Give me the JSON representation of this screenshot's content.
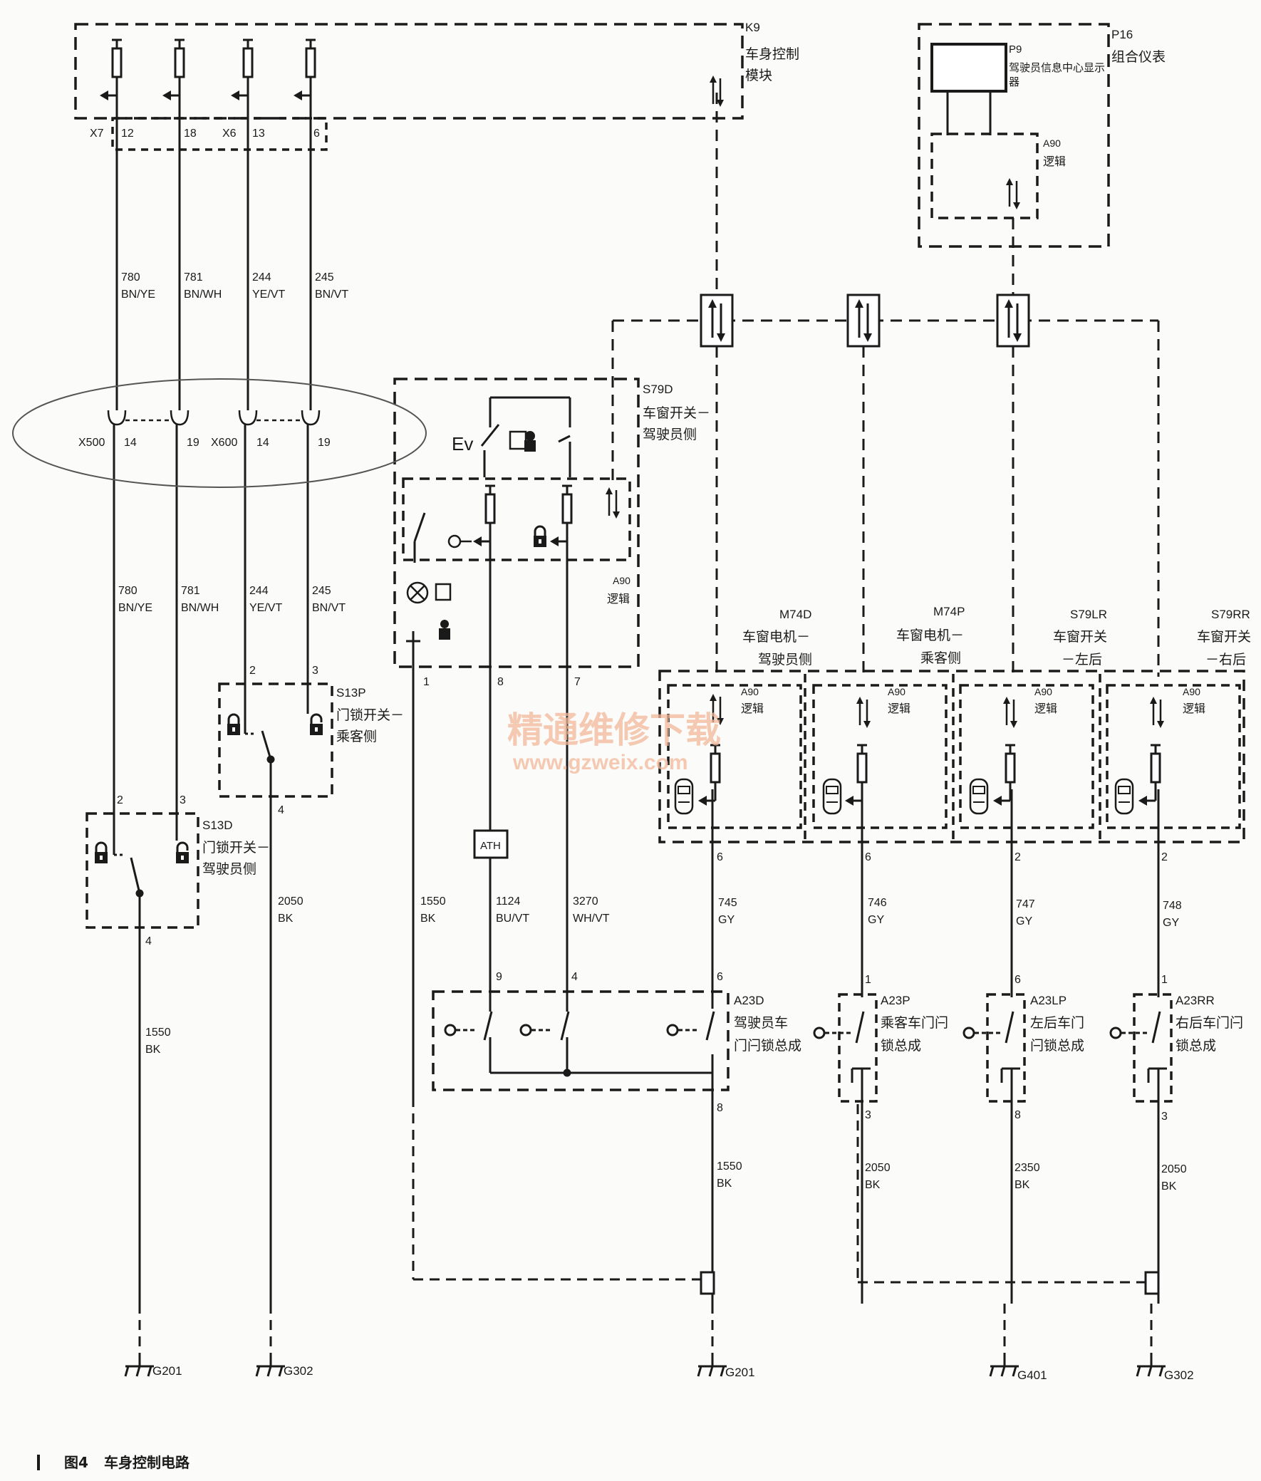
{
  "modules": {
    "k9": {
      "id": "K9",
      "name_line1": "车身控制",
      "name_line2": "模块"
    },
    "p16": {
      "id": "P16",
      "name": "组合仪表"
    },
    "p9": {
      "id": "P9",
      "name_line1": "驾驶员信息中心显示",
      "name_line2": "器"
    },
    "p16_logic": {
      "id": "A90",
      "name": "逻辑"
    },
    "s79d": {
      "id": "S79D",
      "name_line1": "车窗开关－",
      "name_line2": "驾驶员侧"
    },
    "s79d_logic": {
      "id": "A90",
      "name": "逻辑"
    },
    "s13p": {
      "id": "S13P",
      "name_line1": "门锁开关－",
      "name_line2": "乘客侧"
    },
    "s13d": {
      "id": "S13D",
      "name_line1": "门锁开关－",
      "name_line2": "驾驶员侧"
    },
    "m74d": {
      "id": "M74D",
      "name_line1": "车窗电机－",
      "name_line2": "驾驶员侧"
    },
    "m74p": {
      "id": "M74P",
      "name_line1": "车窗电机－",
      "name_line2": "乘客侧"
    },
    "s79lr": {
      "id": "S79LR",
      "name_line1": "车窗开关",
      "name_line2": "－左后"
    },
    "s79rr": {
      "id": "S79RR",
      "name_line1": "车窗开关",
      "name_line2": "－右后"
    },
    "motor_logic": {
      "id": "A90",
      "name": "逻辑"
    },
    "a23d": {
      "id": "A23D",
      "name_line1": "驾驶员车",
      "name_line2": "门闩锁总成"
    },
    "a23p": {
      "id": "A23P",
      "name_line1": "乘客车门闩",
      "name_line2": "锁总成"
    },
    "a23lp": {
      "id": "A23LP",
      "name_line1": "左后车门",
      "name_line2": "闩锁总成"
    },
    "a23rr": {
      "id": "A23RR",
      "name_line1": "右后车门闩",
      "name_line2": "锁总成"
    }
  },
  "connectors": {
    "x7": "X7",
    "x6": "X6",
    "x500": "X500",
    "x600": "X600",
    "x7_pins": [
      "12",
      "18"
    ],
    "x6_pins": [
      "13",
      "6"
    ],
    "x500_pins": [
      "14",
      "19"
    ],
    "x600_pins": [
      "14",
      "19"
    ]
  },
  "component_labels": {
    "ath": "ATH"
  },
  "pins": {
    "s13p_a": "2",
    "s13p_b": "3",
    "s13p_c": "4",
    "s13d_a": "2",
    "s13d_b": "3",
    "s13d_c": "4",
    "s79d_1": "1",
    "s79d_8": "8",
    "s79d_7": "7",
    "m74d_6": "6",
    "m74p_6": "6",
    "s79lr_2": "2",
    "s79rr_2": "2",
    "a23d_9": "9",
    "a23d_4": "4",
    "a23d_6": "6",
    "a23d_8": "8",
    "a23p_1": "1",
    "a23p_3": "3",
    "a23lp_6": "6",
    "a23lp_8": "8",
    "a23rr_1": "1",
    "a23rr_3": "3"
  },
  "wires": {
    "w780_top": {
      "num": "780",
      "color": "BN/YE"
    },
    "w781_top": {
      "num": "781",
      "color": "BN/WH"
    },
    "w244_top": {
      "num": "244",
      "color": "YE/VT"
    },
    "w245_top": {
      "num": "245",
      "color": "BN/VT"
    },
    "w780_mid": {
      "num": "780",
      "color": "BN/YE"
    },
    "w781_mid": {
      "num": "781",
      "color": "BN/WH"
    },
    "w244_mid": {
      "num": "244",
      "color": "YE/VT"
    },
    "w245_mid": {
      "num": "245",
      "color": "BN/VT"
    },
    "w1550_s13d": {
      "num": "1550",
      "color": "BK"
    },
    "w2050_s13p": {
      "num": "2050",
      "color": "BK"
    },
    "w1550_s79d": {
      "num": "1550",
      "color": "BK"
    },
    "w1124": {
      "num": "1124",
      "color": "BU/VT"
    },
    "w3270": {
      "num": "3270",
      "color": "WH/VT"
    },
    "w745": {
      "num": "745",
      "color": "GY"
    },
    "w746": {
      "num": "746",
      "color": "GY"
    },
    "w747": {
      "num": "747",
      "color": "GY"
    },
    "w748": {
      "num": "748",
      "color": "GY"
    },
    "w1550_a23d": {
      "num": "1550",
      "color": "BK"
    },
    "w2050_a23p": {
      "num": "2050",
      "color": "BK"
    },
    "w2350_a23lp": {
      "num": "2350",
      "color": "BK"
    },
    "w2050_a23rr": {
      "num": "2050",
      "color": "BK"
    }
  },
  "grounds": [
    "G201",
    "G302",
    "G201",
    "G401",
    "G302"
  ],
  "watermark": {
    "line1": "精通维修下载",
    "line2": "www.gzweix.com"
  },
  "caption": {
    "figure": "图4",
    "title": "车身控制电路"
  },
  "colors": {
    "line": "#1a1a1a",
    "watermark": "#f3b99a",
    "ellipse": "#555555"
  }
}
